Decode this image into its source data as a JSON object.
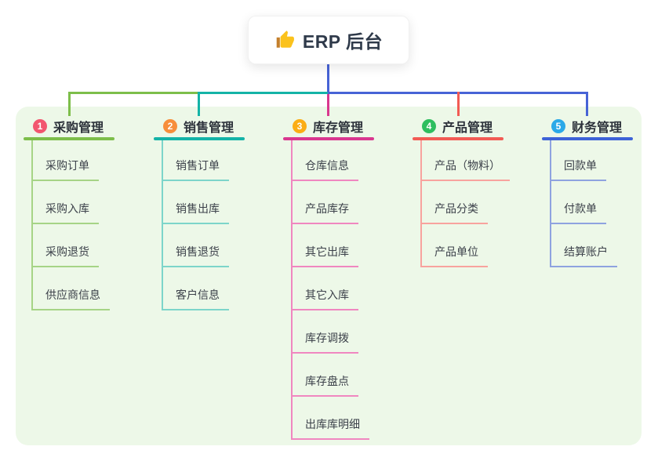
{
  "root": {
    "title": "ERP 后台",
    "icon": "thumbs-up-icon"
  },
  "branches": [
    {
      "number": "1",
      "label": "采购管理",
      "badge_color": "#f2566f",
      "line_color": "#7dbe4a",
      "child_line_color": "#a6d486",
      "children": [
        "采购订单",
        "采购入库",
        "采购退货",
        "供应商信息"
      ]
    },
    {
      "number": "2",
      "label": "销售管理",
      "badge_color": "#f78e3b",
      "line_color": "#14b3a7",
      "child_line_color": "#7dd5ca",
      "children": [
        "销售订单",
        "销售出库",
        "销售退货",
        "客户信息"
      ]
    },
    {
      "number": "3",
      "label": "库存管理",
      "badge_color": "#fbad15",
      "line_color": "#d9378f",
      "child_line_color": "#f087c0",
      "children": [
        "仓库信息",
        "产品库存",
        "其它出库",
        "其它入库",
        "库存调拨",
        "库存盘点",
        "出库库明细"
      ]
    },
    {
      "number": "4",
      "label": "产品管理",
      "badge_color": "#2ebe5f",
      "line_color": "#f25b54",
      "child_line_color": "#f8a39e",
      "children": [
        "产品（物料）",
        "产品分类",
        "产品单位"
      ]
    },
    {
      "number": "5",
      "label": "财务管理",
      "badge_color": "#2ba9e8",
      "line_color": "#3d62d7",
      "child_line_color": "#8fa3e0",
      "children": [
        "回款单",
        "付款单",
        "结算账户"
      ]
    }
  ],
  "colors": {
    "panel_bg": "#edf8e8",
    "stem_blue": "#4763d6",
    "canvas_bg": "#ffffff"
  }
}
